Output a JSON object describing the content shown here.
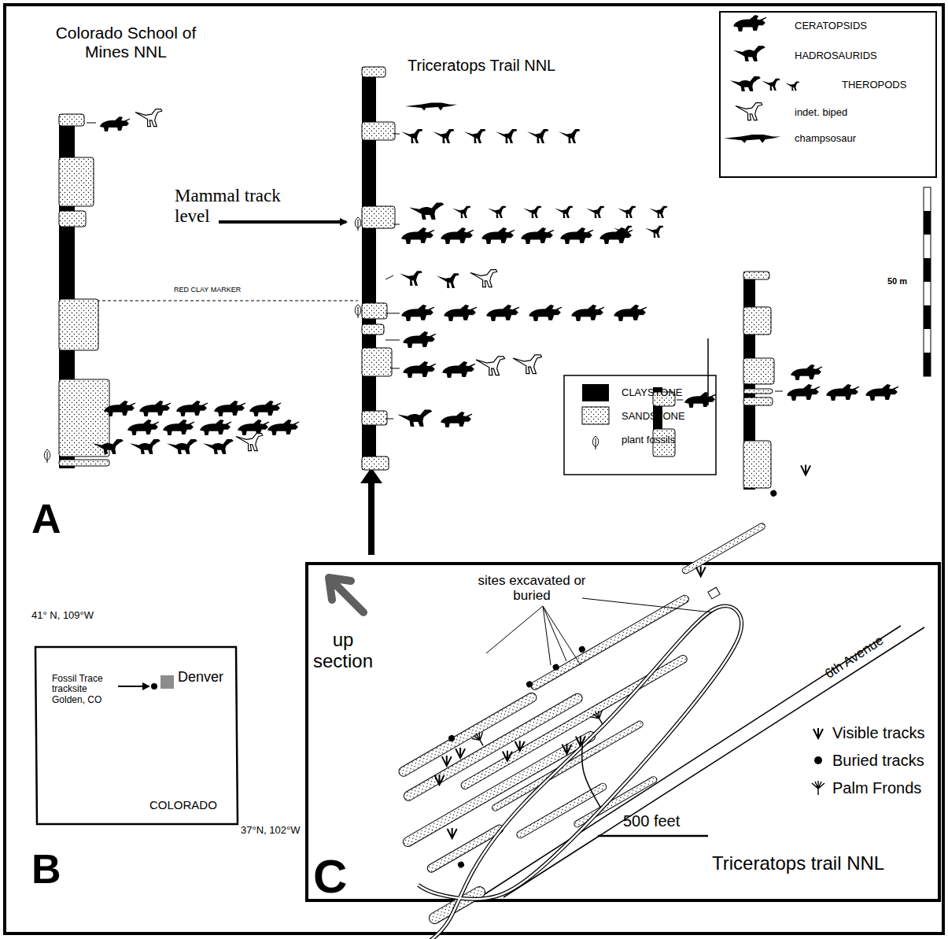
{
  "diagram": {
    "labels": [
      "Colorado School of Mines NNL",
      "Triceratops Trail NNL",
      "Mammal track level",
      "RED CLAY MARKER",
      "50 m",
      "A",
      "41° N, 109°W",
      "Fossil Trace tracksite Golden, CO",
      "Denver",
      "COLORADO",
      "37°N, 102°W",
      "B",
      "C",
      "sites excavated or buried",
      "up section",
      "6th Avenue",
      "Visible tracks",
      "Buried tracks",
      "Palm Fronds",
      "500 feet",
      "Triceratops trail NNL"
    ],
    "legend": [
      {
        "text": "CERATOPSIDS"
      },
      {
        "text": "HADROSAURIDS"
      },
      {
        "text": "THEROPODS"
      },
      {
        "text": "indet. biped"
      },
      {
        "text": "champsosaur"
      },
      {
        "text": "CLAYSTONE",
        "color": "#000000"
      },
      {
        "text": "SANDSTONE"
      },
      {
        "text": "plant fossils"
      }
    ]
  }
}
